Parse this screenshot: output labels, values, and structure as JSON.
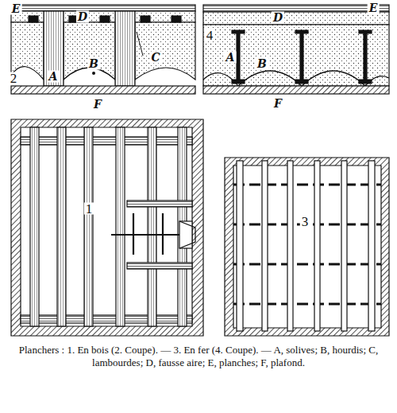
{
  "diagram": {
    "caption": "Planchers : 1. En bois (2. Coupe). — 3. En fer (4. Coupe). — A, solives; B, hourdis; C, lambourdes; D, fausse aire; E, planches; F, plafond.",
    "labels": [
      "E",
      "D",
      "2",
      "A",
      "B",
      "C",
      "F",
      "4",
      "E",
      "D",
      "A",
      "B",
      "F",
      "1",
      "3"
    ]
  }
}
